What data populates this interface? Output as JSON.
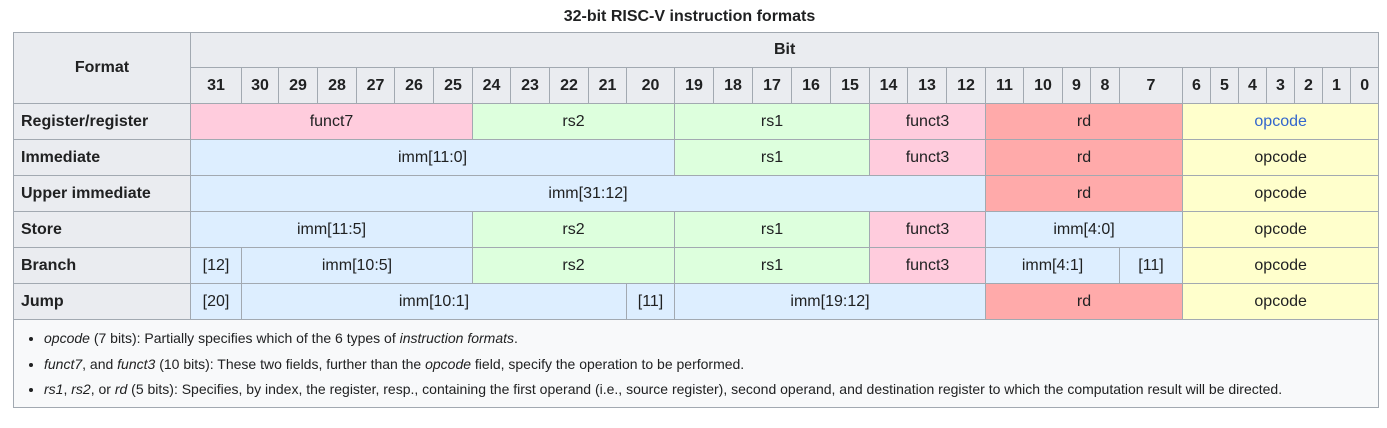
{
  "caption": "32-bit RISC-V instruction formats",
  "header": {
    "format_label": "Format",
    "bit_label": "Bit",
    "bits": [
      "31",
      "30",
      "29",
      "28",
      "27",
      "26",
      "25",
      "24",
      "23",
      "22",
      "21",
      "20",
      "19",
      "18",
      "17",
      "16",
      "15",
      "14",
      "13",
      "12",
      "11",
      "10",
      "9",
      "8",
      "7",
      "6",
      "5",
      "4",
      "3",
      "2",
      "1",
      "0"
    ]
  },
  "rows": [
    {
      "name": "Register/register",
      "fields": [
        {
          "label": "funct7",
          "span": 7,
          "kind": "funct7"
        },
        {
          "label": "rs2",
          "span": 5,
          "kind": "rs"
        },
        {
          "label": "rs1",
          "span": 5,
          "kind": "rs"
        },
        {
          "label": "funct3",
          "span": 3,
          "kind": "funct3"
        },
        {
          "label": "rd",
          "span": 5,
          "kind": "rd"
        },
        {
          "label": "opcode",
          "span": 7,
          "kind": "op",
          "link": true
        }
      ]
    },
    {
      "name": "Immediate",
      "fields": [
        {
          "label": "imm[11:0]",
          "span": 12,
          "kind": "imm"
        },
        {
          "label": "rs1",
          "span": 5,
          "kind": "rs"
        },
        {
          "label": "funct3",
          "span": 3,
          "kind": "funct3"
        },
        {
          "label": "rd",
          "span": 5,
          "kind": "rd"
        },
        {
          "label": "opcode",
          "span": 7,
          "kind": "op"
        }
      ]
    },
    {
      "name": "Upper immediate",
      "fields": [
        {
          "label": "imm[31:12]",
          "span": 20,
          "kind": "imm"
        },
        {
          "label": "rd",
          "span": 5,
          "kind": "rd"
        },
        {
          "label": "opcode",
          "span": 7,
          "kind": "op"
        }
      ]
    },
    {
      "name": "Store",
      "fields": [
        {
          "label": "imm[11:5]",
          "span": 7,
          "kind": "imm"
        },
        {
          "label": "rs2",
          "span": 5,
          "kind": "rs"
        },
        {
          "label": "rs1",
          "span": 5,
          "kind": "rs"
        },
        {
          "label": "funct3",
          "span": 3,
          "kind": "funct3"
        },
        {
          "label": "imm[4:0]",
          "span": 5,
          "kind": "imm"
        },
        {
          "label": "opcode",
          "span": 7,
          "kind": "op"
        }
      ]
    },
    {
      "name": "Branch",
      "fields": [
        {
          "label": "[12]",
          "span": 1,
          "kind": "imm"
        },
        {
          "label": "imm[10:5]",
          "span": 6,
          "kind": "imm"
        },
        {
          "label": "rs2",
          "span": 5,
          "kind": "rs"
        },
        {
          "label": "rs1",
          "span": 5,
          "kind": "rs"
        },
        {
          "label": "funct3",
          "span": 3,
          "kind": "funct3"
        },
        {
          "label": "imm[4:1]",
          "span": 4,
          "kind": "imm"
        },
        {
          "label": "[11]",
          "span": 1,
          "kind": "imm"
        },
        {
          "label": "opcode",
          "span": 7,
          "kind": "op"
        }
      ]
    },
    {
      "name": "Jump",
      "fields": [
        {
          "label": "[20]",
          "span": 1,
          "kind": "imm"
        },
        {
          "label": "imm[10:1]",
          "span": 10,
          "kind": "imm"
        },
        {
          "label": "[11]",
          "span": 1,
          "kind": "imm"
        },
        {
          "label": "imm[19:12]",
          "span": 8,
          "kind": "imm"
        },
        {
          "label": "rd",
          "span": 5,
          "kind": "rd"
        },
        {
          "label": "opcode",
          "span": 7,
          "kind": "op"
        }
      ]
    }
  ],
  "notes": [
    {
      "parts": [
        {
          "t": "opcode",
          "i": true
        },
        {
          "t": " (7 bits): Partially specifies which of the 6 types of "
        },
        {
          "t": "instruction formats",
          "i": true
        },
        {
          "t": "."
        }
      ]
    },
    {
      "parts": [
        {
          "t": "funct7",
          "i": true
        },
        {
          "t": ", and "
        },
        {
          "t": "funct3",
          "i": true
        },
        {
          "t": " (10 bits): These two fields, further than the "
        },
        {
          "t": "opcode",
          "i": true
        },
        {
          "t": " field, specify the operation to be performed."
        }
      ]
    },
    {
      "parts": [
        {
          "t": "rs1",
          "i": true
        },
        {
          "t": ", "
        },
        {
          "t": "rs2",
          "i": true
        },
        {
          "t": ", or "
        },
        {
          "t": "rd",
          "i": true
        },
        {
          "t": " (5 bits): Specifies, by index, the register, resp., containing the first operand (i.e., source register), second operand, and destination register to which the computation result will be directed."
        }
      ]
    }
  ],
  "colors": {
    "funct": "#ffccdd",
    "rs": "#ddffdd",
    "rd": "#ffaaaa",
    "opcode": "#ffffcc",
    "imm": "#ddeeff",
    "header": "#eaecf0",
    "link": "#3366cc"
  }
}
